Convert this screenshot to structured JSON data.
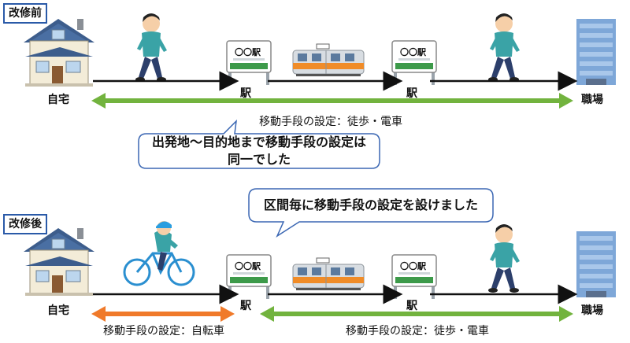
{
  "before": {
    "tag": "改修前",
    "home_label": "自宅",
    "station1_label": "駅",
    "station2_label": "駅",
    "work_label": "職場",
    "sign_text": "〇〇駅",
    "arrow_caption": "移動手段の設定：徒歩・電車",
    "callout_line1": "出発地〜目的地まで移動手段の設定は",
    "callout_line2": "同一でした"
  },
  "after": {
    "tag": "改修後",
    "callout": "区間毎に移動手段の設定を設けました",
    "home_label": "自宅",
    "station1_label": "駅",
    "station2_label": "駅",
    "work_label": "職場",
    "sign_text": "〇〇駅",
    "caption_left": "移動手段の設定：自転車",
    "caption_right": "移動手段の設定：徒歩・電車"
  },
  "colors": {
    "green_arrow": "#72b33e",
    "orange_arrow": "#f07a2a",
    "tag_border": "#2a5aa8",
    "callout_border": "#3b67b3",
    "train_orange": "#f08c28"
  }
}
